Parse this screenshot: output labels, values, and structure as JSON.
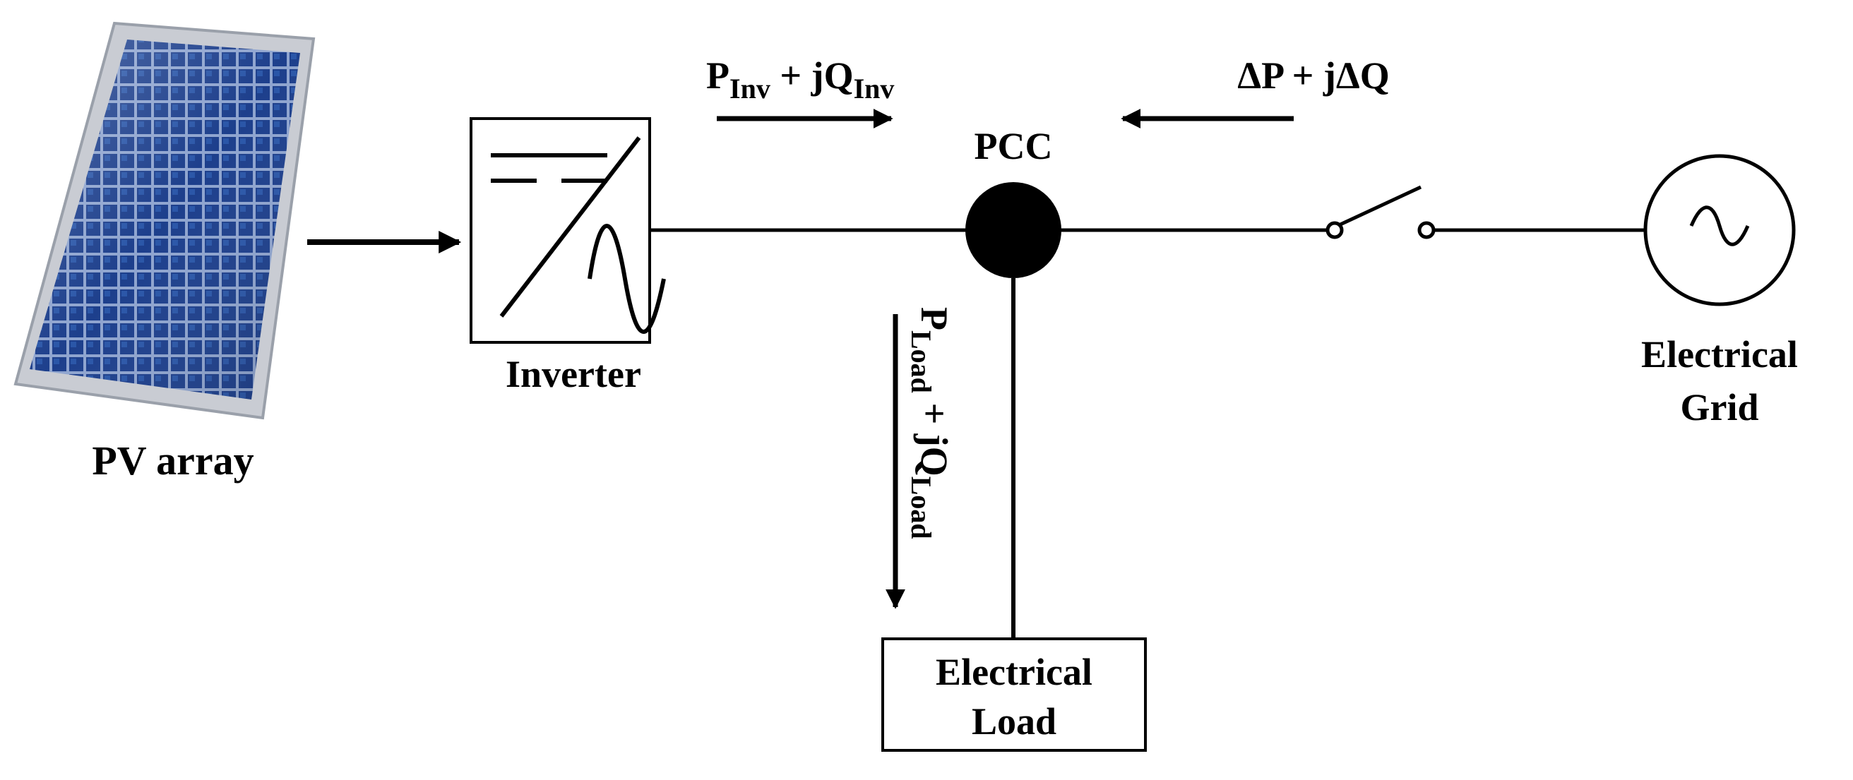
{
  "labels": {
    "pv_array": "PV array",
    "inverter": "Inverter",
    "pcc": "PCC",
    "grid_line1": "Electrical",
    "grid_line2": "Grid",
    "load_line1": "Electrical",
    "load_line2": "Load"
  },
  "flows": {
    "inverter_power": {
      "p": "P",
      "p_sub": "Inv",
      "plus_jq": " + jQ",
      "q_sub": "Inv"
    },
    "grid_power": {
      "text": "ΔP + jΔQ"
    },
    "load_power": {
      "p": "P",
      "p_sub": "Load",
      "plus_jq": " + jQ",
      "q_sub": "Load"
    }
  },
  "colors": {
    "line": "#000000",
    "panel_frame": "#c9ccd3",
    "panel_cell": "#1d3f8c",
    "panel_gap": "#8ea4cf"
  }
}
